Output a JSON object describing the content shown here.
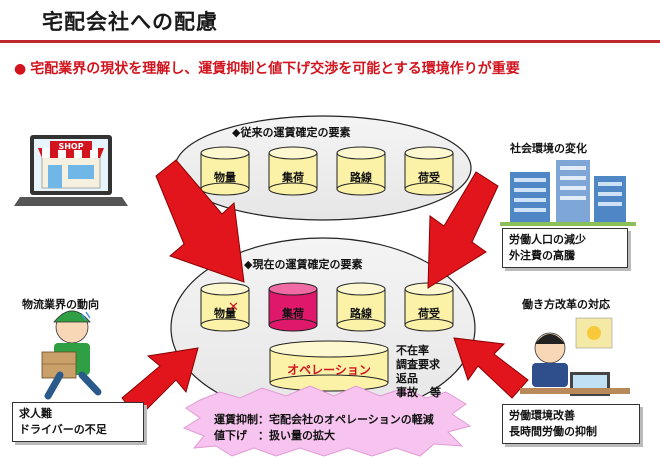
{
  "title": "宅配会社への配慮",
  "lead": {
    "bullet": "●",
    "text": "宅配業界の現状を理解し、運賃抑制と値下げ交渉を可能とする環境作りが重要"
  },
  "top_group": {
    "heading": "◆従来の運賃確定の要素",
    "items": [
      "物量",
      "集荷",
      "路線",
      "荷受"
    ]
  },
  "bottom_group": {
    "heading": "◆現在の運賃確定の要素",
    "items": [
      "物量",
      "集荷",
      "路線",
      "荷受"
    ],
    "highlight_item_index": 1,
    "operation": "オペレーション",
    "operation_factors": [
      "不在率",
      "調査要求",
      "返品",
      "事故",
      "等"
    ]
  },
  "left_top": {
    "shop_sign": "SHOP"
  },
  "left_bottom": {
    "heading": "物流業界の動向",
    "note": [
      "求人難",
      "ドライバーの不足"
    ]
  },
  "right_top": {
    "heading": "社会環境の変化",
    "note": [
      "労働人口の減少",
      "外注費の高騰"
    ]
  },
  "right_bottom": {
    "heading": "働き方改革の対応",
    "note": [
      "労働環境改善",
      "長時間労働の抑制"
    ]
  },
  "burst": {
    "lines": [
      "運賃抑制：宅配会社のオペレーションの軽減",
      "値下げ　：扱い量の拡大"
    ]
  },
  "colors": {
    "accent_red": "#d2141e",
    "cylinder_yellow": "#fbf2a8",
    "cylinder_pink": "#e0186c",
    "burst_pink": "#f6c4ee"
  }
}
